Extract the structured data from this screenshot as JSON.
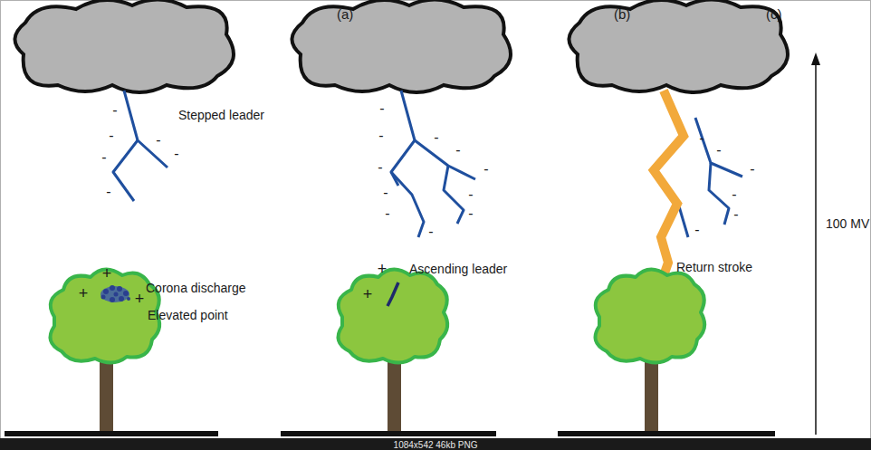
{
  "diagram": {
    "labels": [
      "(a)",
      "(b)",
      "(c)",
      "Stepped leader",
      "Corona discharge",
      "Elevated point",
      "Ascending leader",
      "Return stroke",
      "100 MV",
      "-",
      "-",
      "-",
      "-",
      "-",
      "-",
      "-",
      "-",
      "-",
      "-",
      "-",
      "-",
      "-",
      "-",
      "-",
      "-",
      "-",
      "-",
      "-",
      "-",
      "-",
      "-",
      "-",
      "+",
      "+",
      "+",
      "+",
      "+",
      "1084x542 46kb PNG"
    ]
  }
}
